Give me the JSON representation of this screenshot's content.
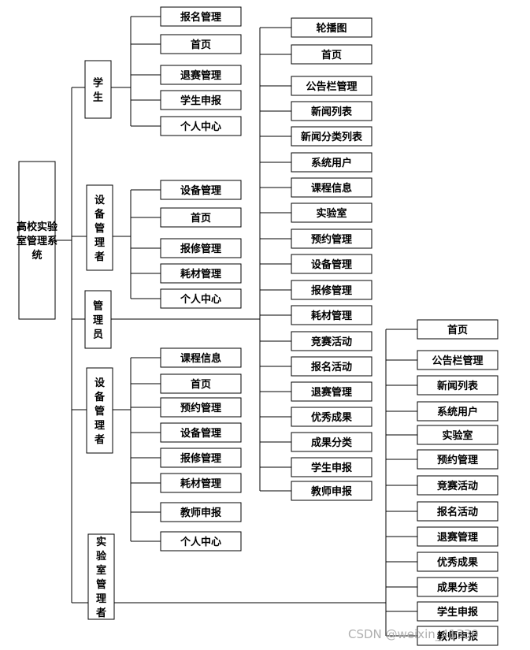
{
  "diagram": {
    "root": "高校实验室管理系统",
    "roles": {
      "student": {
        "label": "学生",
        "items": [
          "报名管理",
          "首页",
          "退赛管理",
          "学生申报",
          "个人中心"
        ]
      },
      "equipment_manager_1": {
        "label": "设备管理者",
        "items": [
          "设备管理",
          "首页",
          "报修管理",
          "耗材管理",
          "个人中心"
        ]
      },
      "admin": {
        "label": "管理员",
        "items": [
          "轮播图",
          "首页",
          "公告栏管理",
          "新闻列表",
          "新闻分类列表",
          "系统用户",
          "课程信息",
          "实验室",
          "预约管理",
          "设备管理",
          "报修管理",
          "耗材管理",
          "竞赛活动",
          "报名活动",
          "退赛管理",
          "优秀成果",
          "成果分类",
          "学生申报",
          "教师申报"
        ]
      },
      "equipment_manager_2": {
        "label": "设备管理者",
        "items": [
          "课程信息",
          "首页",
          "预约管理",
          "设备管理",
          "报修管理",
          "耗材管理",
          "教师申报",
          "个人中心"
        ]
      },
      "lab_manager": {
        "label": "实验室管理者",
        "items": [
          "首页",
          "公告栏管理",
          "新闻列表",
          "系统用户",
          "实验室",
          "预约管理",
          "竞赛活动",
          "报名活动",
          "退赛管理",
          "优秀成果",
          "成果分类",
          "学生申报",
          "教师申报"
        ]
      }
    }
  },
  "watermark": "CSDN @weixin_41330"
}
